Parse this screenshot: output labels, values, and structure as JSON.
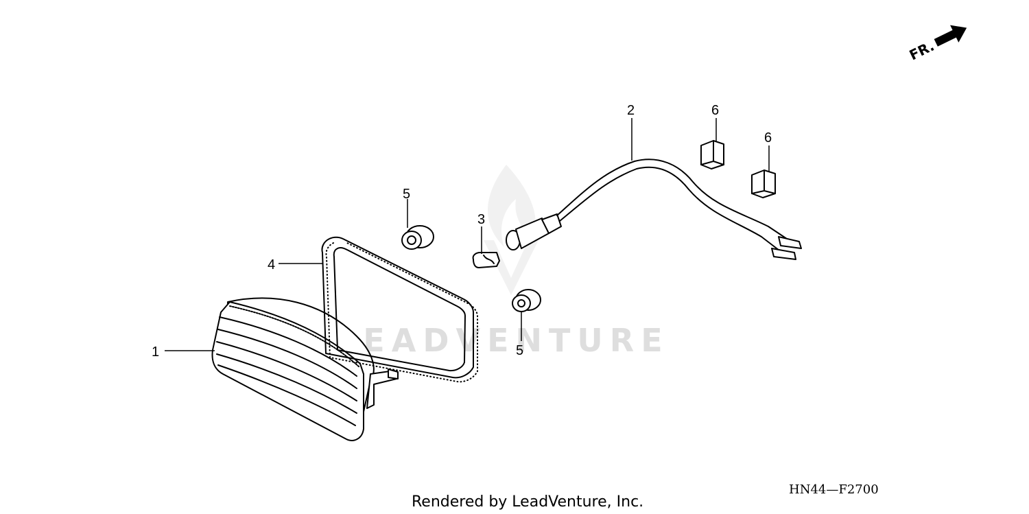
{
  "direction_marker": {
    "label": "FR."
  },
  "callouts": {
    "c1": "1",
    "c2": "2",
    "c3": "3",
    "c4": "4",
    "c5a": "5",
    "c5b": "5",
    "c6a": "6",
    "c6b": "6"
  },
  "watermark": "LEADVENTURE",
  "diagram_code": "HN44—F2700",
  "credit": "Rendered by LeadVenture, Inc."
}
